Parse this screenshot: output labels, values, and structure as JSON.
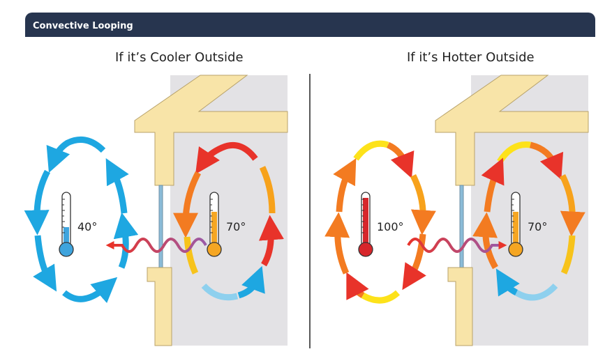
{
  "header": {
    "title": "Convective Looping"
  },
  "panels": [
    {
      "title": "If it’s Cooler Outside",
      "outside_temp": "40°",
      "inside_temp": "70°"
    },
    {
      "title": "If it’s Hotter Outside",
      "outside_temp": "100°",
      "inside_temp": "70°"
    }
  ],
  "colors": {
    "header_bg": "#27354f",
    "wall": "#f8e4a8",
    "interior": "#e3e2e5",
    "cool": "#1ea7e1",
    "hot": "#e8332a",
    "warm": "#f7a21b",
    "yellow": "#fde21a",
    "glass": "#8bbcd8"
  },
  "icons": [
    "thermometer-icon",
    "heat-wave-arrow-icon",
    "convection-arrow-icon"
  ]
}
